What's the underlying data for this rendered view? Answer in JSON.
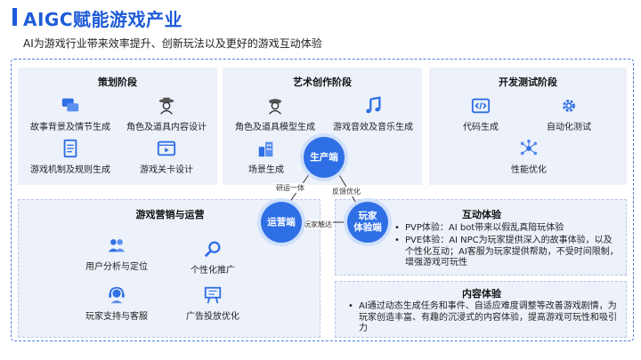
{
  "header": {
    "title": "AIGC赋能游戏产业",
    "subtitle": "AI为游戏行业带来效率提升、创新玩法以及更好的游戏互动体验"
  },
  "panels": {
    "planning": {
      "title": "策划阶段",
      "items": [
        {
          "label": "故事背景及情节生成",
          "icon": "dialog-icon"
        },
        {
          "label": "角色及道具内容设计",
          "icon": "character-icon"
        },
        {
          "label": "游戏机制及规则生成",
          "icon": "document-icon"
        },
        {
          "label": "游戏关卡设计",
          "icon": "film-icon"
        }
      ]
    },
    "art": {
      "title": "艺术创作阶段",
      "items": [
        {
          "label": "角色及道具模型生成",
          "icon": "character-model-icon"
        },
        {
          "label": "游戏音效及音乐生成",
          "icon": "music-note-icon"
        },
        {
          "label": "场景生成",
          "icon": "buildings-icon"
        }
      ]
    },
    "dev": {
      "title": "开发测试阶段",
      "items": [
        {
          "label": "代码生成",
          "icon": "code-icon"
        },
        {
          "label": "自动化测试",
          "icon": "gear-icon"
        },
        {
          "label": "性能优化",
          "icon": "network-icon"
        }
      ]
    },
    "marketing": {
      "title": "游戏营销与运营",
      "items": [
        {
          "label": "用户分析与定位",
          "icon": "users-icon"
        },
        {
          "label": "个性化推广",
          "icon": "magnifier-icon"
        },
        {
          "label": "玩家支持与客服",
          "icon": "headset-icon"
        },
        {
          "label": "广告投放优化",
          "icon": "billboard-icon"
        }
      ]
    },
    "interaction": {
      "title": "互动体验",
      "bullets": [
        "PVP体验：AI bot带来以假乱真陪玩体验",
        "PVE体验：AI NPC为玩家提供深入的故事体验，以及个性化互动；AI客服为玩家提供帮助，不受时间限制，增强游戏可玩性"
      ]
    },
    "content": {
      "title": "内容体验",
      "bullets": [
        "AI通过动态生成任务和事件、自适应难度调整等改善游戏剧情，为玩家创造丰富、有趣的沉浸式的内容体验，提高游戏可玩性和吸引力"
      ]
    }
  },
  "hub": {
    "production": "生产端",
    "operation": "运营端",
    "player": "玩家\n体验端",
    "link_production_operation": "研运一体",
    "link_player_production": "反馈优化",
    "link_operation_player": "玩家触达"
  },
  "colors": {
    "brand_blue": "#1E5BD8",
    "node_blue": "#2F6FE6",
    "panel_bg": "#EDF1FA"
  }
}
